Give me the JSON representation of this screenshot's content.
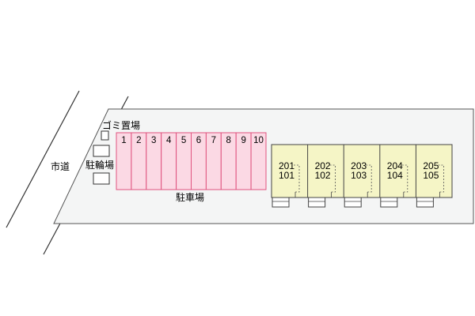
{
  "labels": {
    "road": "市道",
    "garbage": "ゴミ置場",
    "bicycle": "駐輪場",
    "parking": "駐車場"
  },
  "parking_spaces": [
    "1",
    "2",
    "3",
    "4",
    "5",
    "6",
    "7",
    "8",
    "9",
    "10"
  ],
  "units": [
    {
      "upper": "201",
      "lower": "101"
    },
    {
      "upper": "202",
      "lower": "102"
    },
    {
      "upper": "203",
      "lower": "103"
    },
    {
      "upper": "204",
      "lower": "104"
    },
    {
      "upper": "205",
      "lower": "105"
    }
  ],
  "colors": {
    "parking_fill": "#fbd9e4",
    "parking_stroke": "#e0527e",
    "building_fill": "#f5f5c6",
    "lot_fill": "#f4f5f5",
    "outline": "#444444"
  }
}
